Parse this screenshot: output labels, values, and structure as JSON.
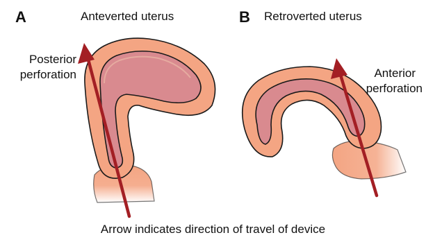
{
  "panels": [
    {
      "letter": "A",
      "title": "Anteverted uterus",
      "perforation_label_line1": "Posterior",
      "perforation_label_line2": "perforation"
    },
    {
      "letter": "B",
      "title": "Retroverted uterus",
      "perforation_label_line1": "Anterior",
      "perforation_label_line2": "perforation"
    }
  ],
  "caption": "Arrow indicates direction of travel of device",
  "colors": {
    "uterus_wall": "#f4a583",
    "uterus_wall_outline": "#1a1a1a",
    "cavity": "#d98a8f",
    "arrow": "#a31f24"
  }
}
